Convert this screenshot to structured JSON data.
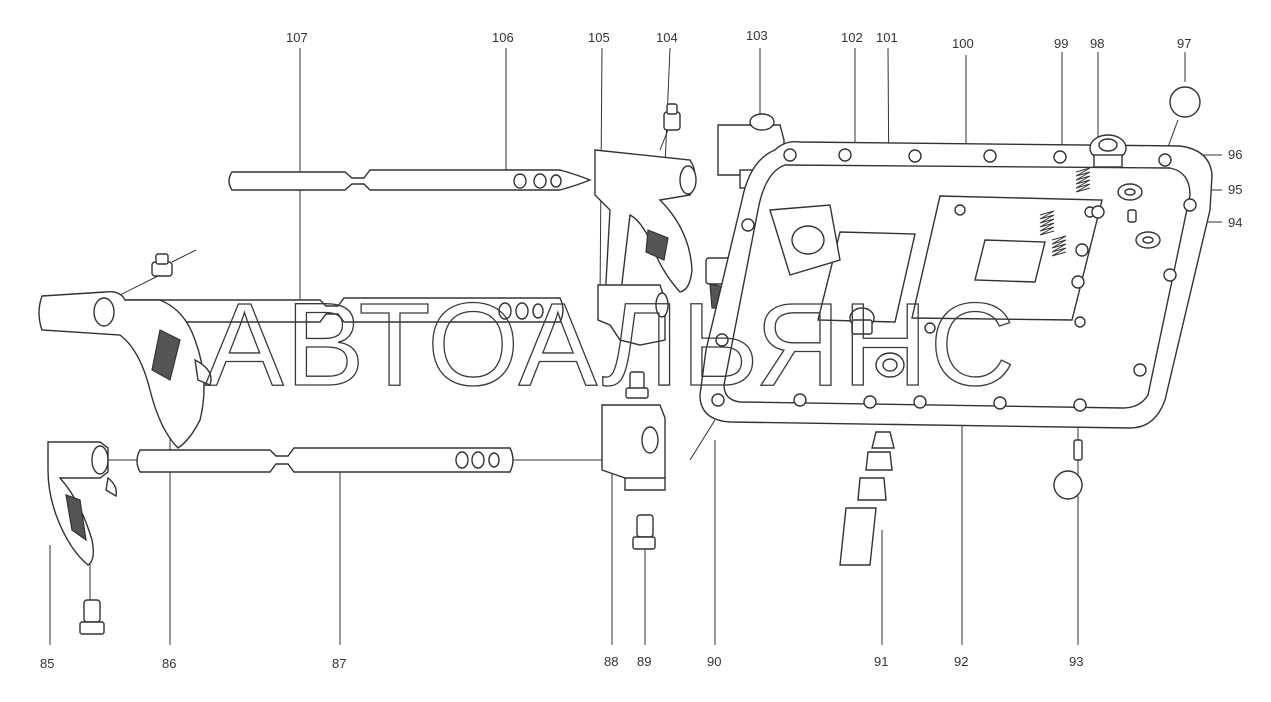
{
  "diagram": {
    "watermark": "АВТОАЛЬЯНС",
    "callouts_top": [
      "107",
      "106",
      "105",
      "104",
      "103",
      "102",
      "101",
      "100",
      "99",
      "98",
      "97"
    ],
    "callouts_right": [
      "96",
      "95",
      "94"
    ],
    "callouts_bottom": [
      "85",
      "86",
      "87",
      "88",
      "89",
      "90",
      "91",
      "92",
      "93"
    ]
  },
  "colors": {
    "line": "#333333",
    "background": "#ffffff"
  }
}
